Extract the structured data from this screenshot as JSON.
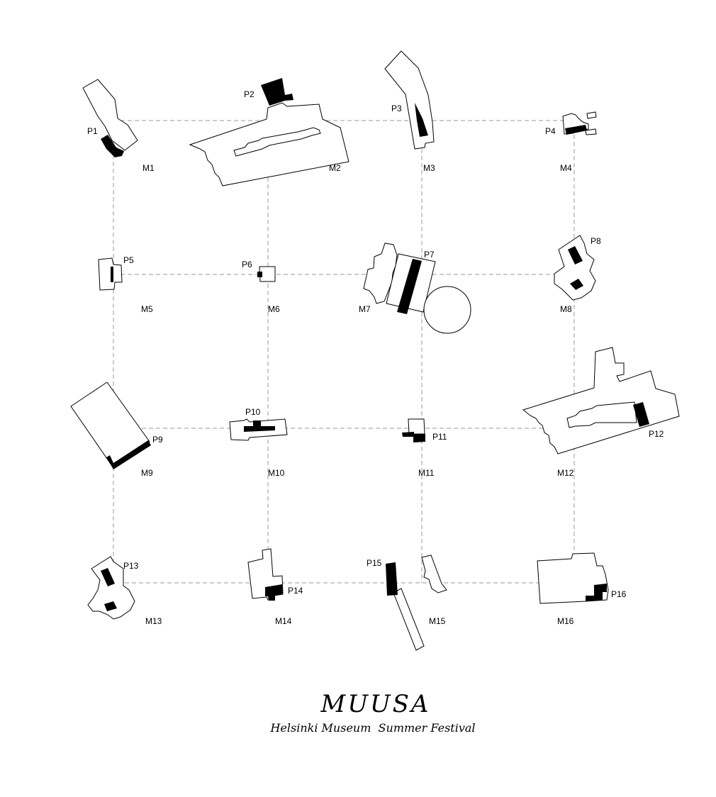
{
  "title": "MUUSA",
  "subtitle": "Helsinki Museum  Summer Festival",
  "museum_labels": [
    "M1",
    "M2",
    "M3",
    "M4",
    "M5",
    "M6",
    "M7",
    "M8",
    "M9",
    "M10",
    "M11",
    "M12",
    "M13",
    "M14",
    "M15",
    "M16"
  ],
  "pavilion_labels": [
    "P1",
    "P2",
    "P3",
    "P4",
    "P5",
    "P6",
    "P7",
    "P8",
    "P9",
    "P10",
    "P11",
    "P12",
    "P13",
    "P14",
    "P15",
    "P16"
  ],
  "colors": {
    "grid": "#9a9a9a",
    "outline": "#000000",
    "pavilion": "#000000",
    "background": "#ffffff"
  }
}
